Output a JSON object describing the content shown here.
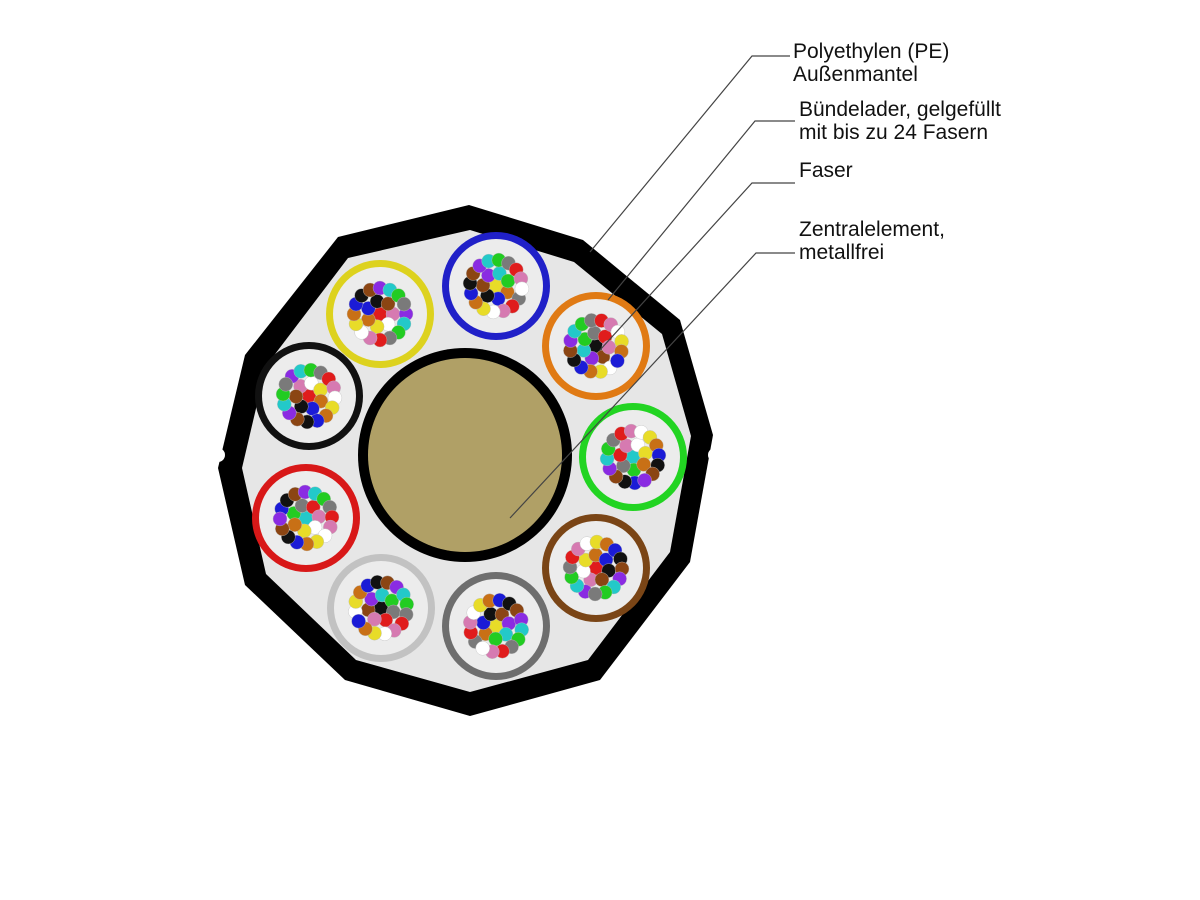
{
  "diagram": {
    "labels": [
      {
        "id": "outer-jacket",
        "lines": [
          "Polyethylen (PE)",
          "Außenmantel"
        ]
      },
      {
        "id": "buffer-tube",
        "lines": [
          "Bündelader, gelgefüllt",
          "mit bis zu 24 Fasern"
        ]
      },
      {
        "id": "fiber",
        "lines": [
          "Faser"
        ]
      },
      {
        "id": "central-member",
        "lines": [
          "Zentralelement,",
          "metallfrei"
        ]
      }
    ],
    "colors": {
      "jacket": "#000000",
      "gel_fill": "#e6e6e6",
      "central_member": "#b0a066",
      "central_member_ring": "#000000",
      "leader_line": "#444444"
    },
    "buffer_tubes": [
      {
        "name": "yellow-tube",
        "color": "#ddd21e"
      },
      {
        "name": "blue-tube",
        "color": "#2020c8"
      },
      {
        "name": "orange-tube",
        "color": "#e07a14"
      },
      {
        "name": "green-tube",
        "color": "#22d422"
      },
      {
        "name": "brown-tube",
        "color": "#7a4516"
      },
      {
        "name": "gray-tube",
        "color": "#6e6e6e"
      },
      {
        "name": "lightgray-tube",
        "color": "#c2c2c2"
      },
      {
        "name": "red-tube",
        "color": "#d81818"
      },
      {
        "name": "black-tube",
        "color": "#111111"
      }
    ],
    "fiber_colors": [
      "#e01c1c",
      "#1b1bd6",
      "#22cc22",
      "#e8dc28",
      "#8a2be2",
      "#d67ab1",
      "#111111",
      "#7a7a7a",
      "#c87016",
      "#23c9c9",
      "#ffffff",
      "#8b4513"
    ]
  }
}
